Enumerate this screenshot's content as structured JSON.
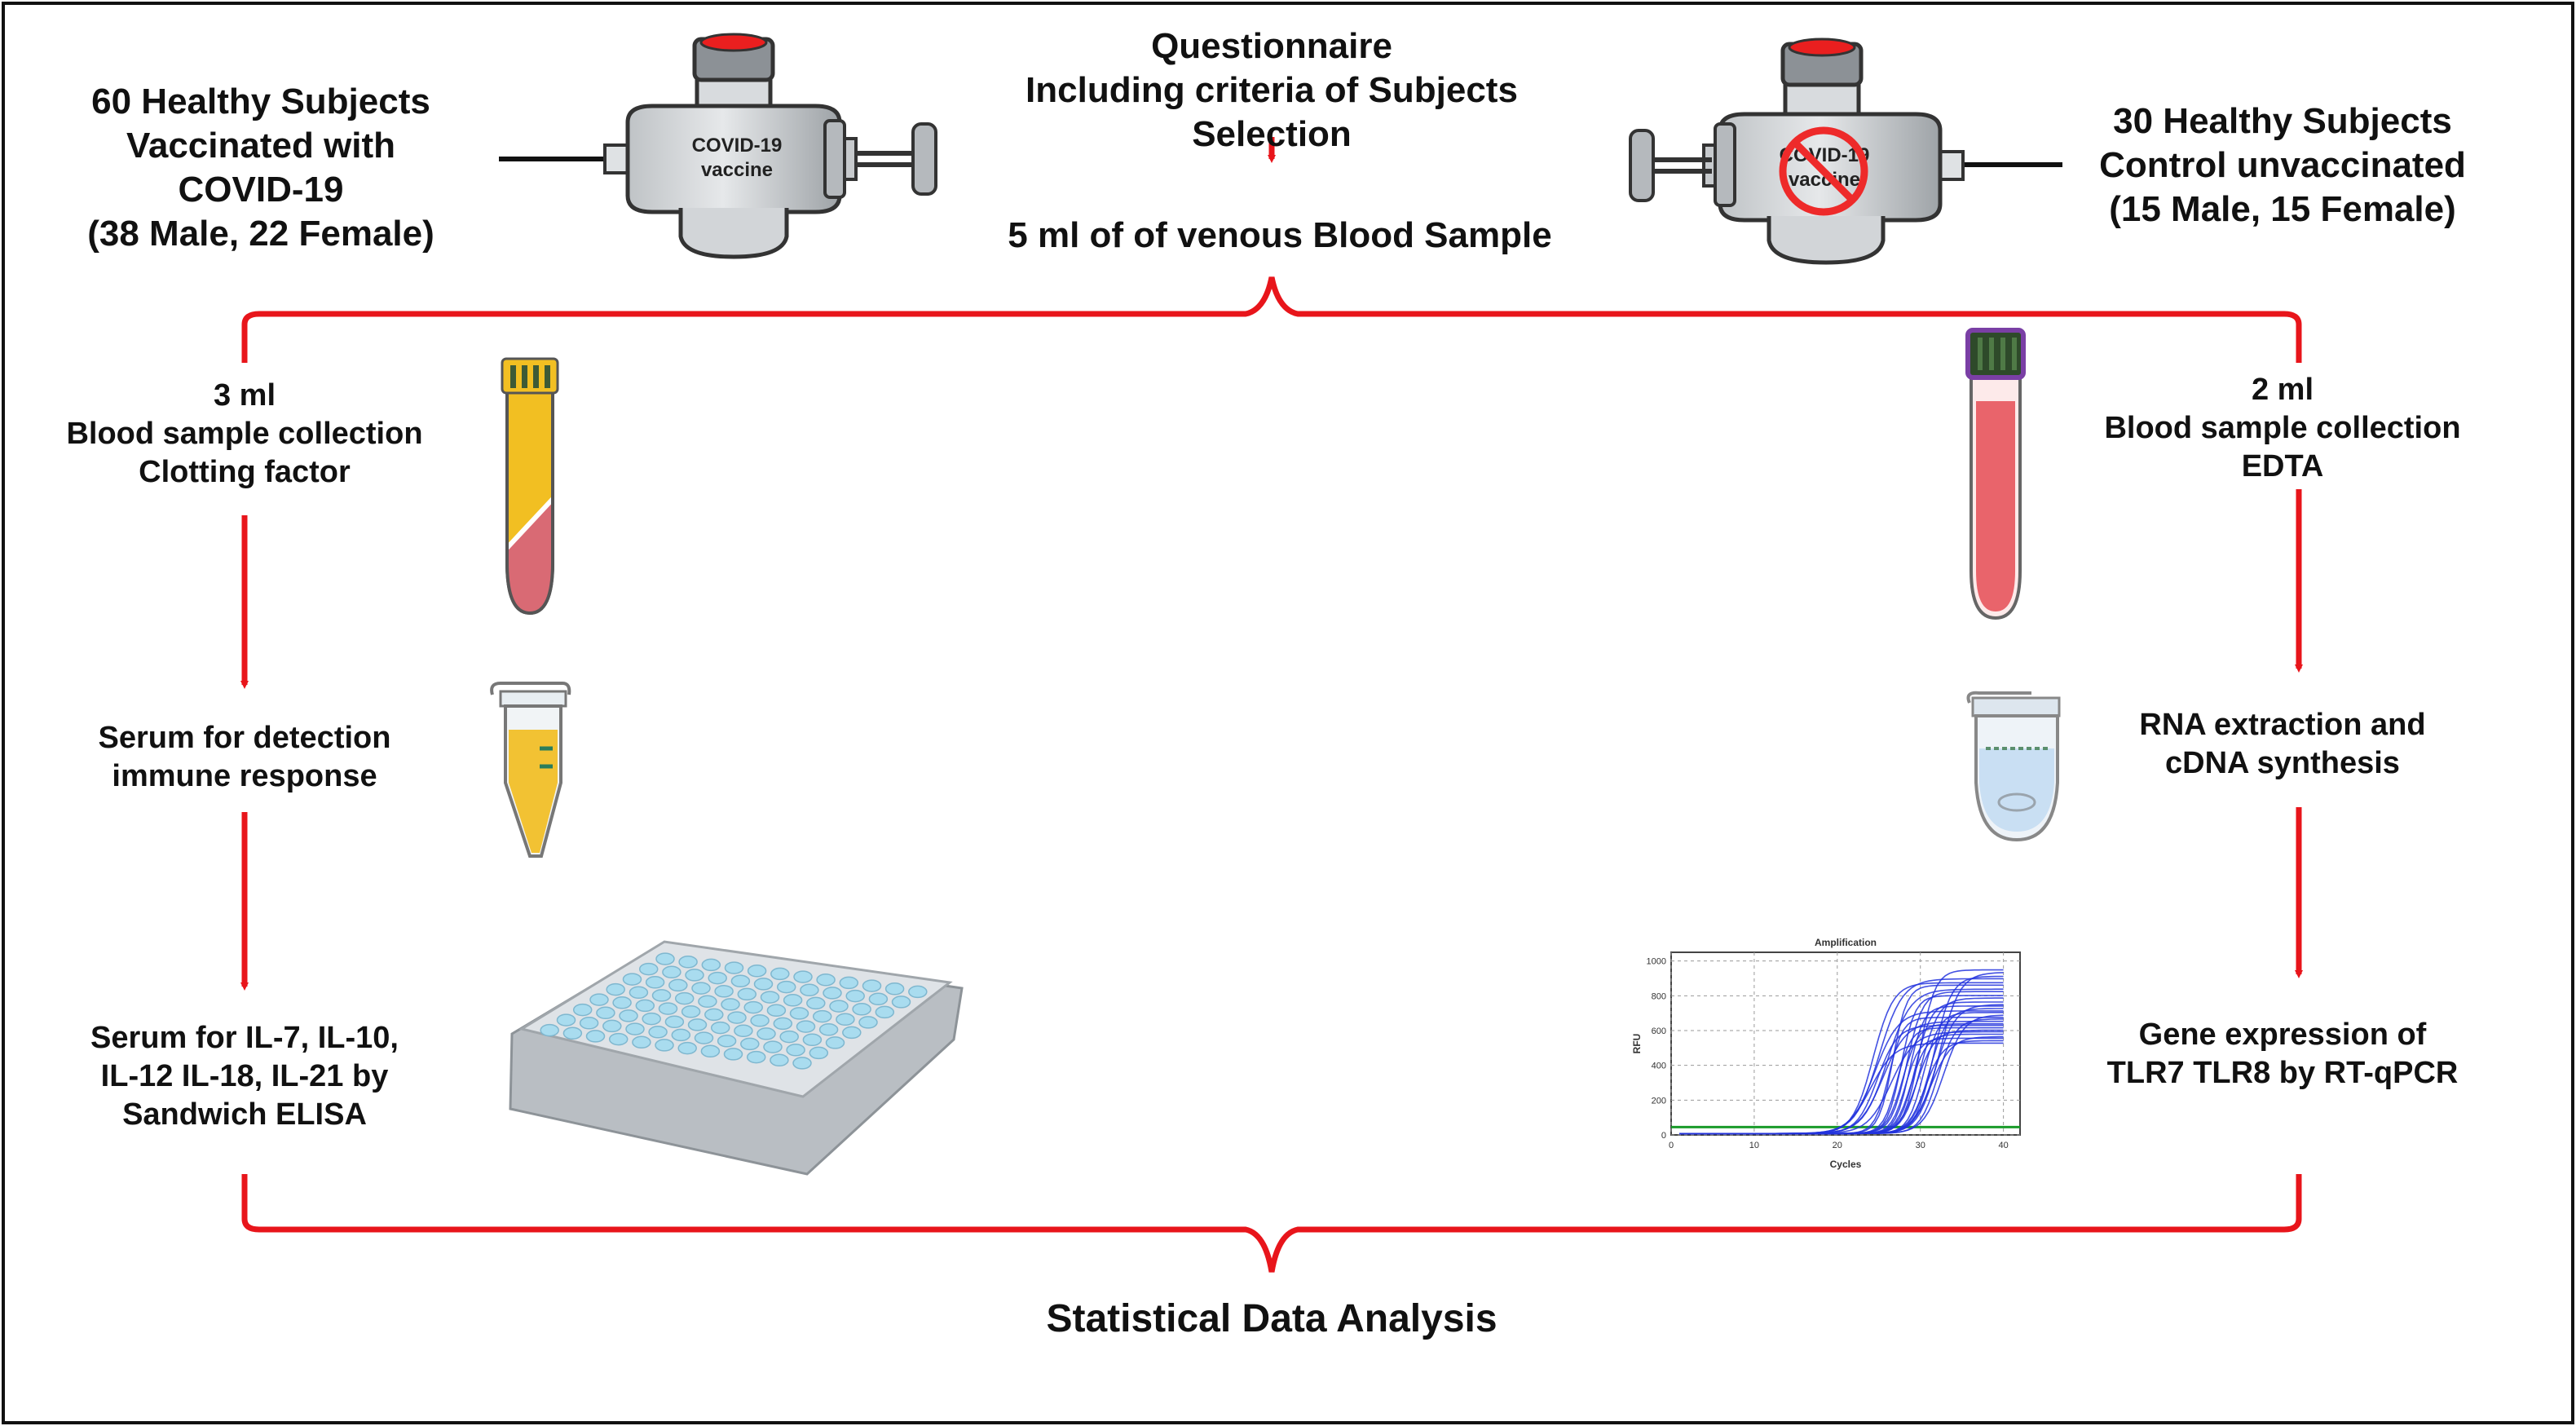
{
  "colors": {
    "arrow": "#e8151b",
    "frame": "#111111",
    "serum": "#f2bf22",
    "blood": "#e9646b",
    "well": "#a9dcef",
    "curve": "#2233dd",
    "threshold": "#1a9b2a"
  },
  "top": {
    "vaccinated_lines": [
      "60 Healthy Subjects",
      "Vaccinated with",
      "COVID-19",
      "(38 Male, 22 Female)"
    ],
    "questionnaire_lines": [
      "Questionnaire",
      "Including criteria of Subjects",
      "Selection"
    ],
    "sample": "5 ml of of venous Blood Sample",
    "control_lines": [
      "30 Healthy Subjects",
      "Control unvaccinated",
      "(15 Male, 15 Female)"
    ],
    "vaccine_label_lines": [
      "COVID-19",
      "vaccine"
    ]
  },
  "left": {
    "step1_lines": [
      "3 ml",
      "Blood sample collection",
      "Clotting factor"
    ],
    "step2_lines": [
      "Serum for detection",
      "immune response"
    ],
    "step3_lines": [
      "Serum for  IL-7, IL-10,",
      "IL-12 IL-18, IL-21 by",
      "Sandwich ELISA"
    ]
  },
  "right": {
    "step1_lines": [
      "2 ml",
      "Blood sample collection",
      "EDTA"
    ],
    "step2_lines": [
      "RNA extraction and",
      "cDNA synthesis"
    ],
    "step3_lines": [
      "Gene expression of",
      "TLR7 TLR8 by RT-qPCR"
    ]
  },
  "final": "Statistical Data Analysis",
  "pcr_plot": {
    "title": "Amplification",
    "xlabel": "Cycles",
    "ylabel": "RFU",
    "xticks": [
      "0",
      "10",
      "20",
      "30",
      "40"
    ],
    "yticks": [
      "0",
      "200",
      "400",
      "600",
      "800",
      "1000"
    ]
  }
}
